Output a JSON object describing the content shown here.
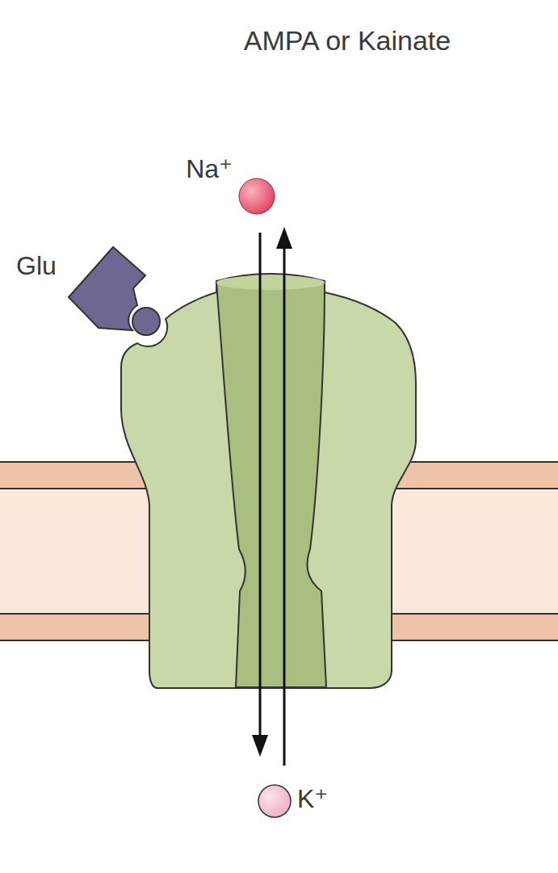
{
  "diagram": {
    "title": "AMPA or Kainate",
    "labels": [
      "Na⁺",
      "Glu",
      "K⁺"
    ]
  }
}
